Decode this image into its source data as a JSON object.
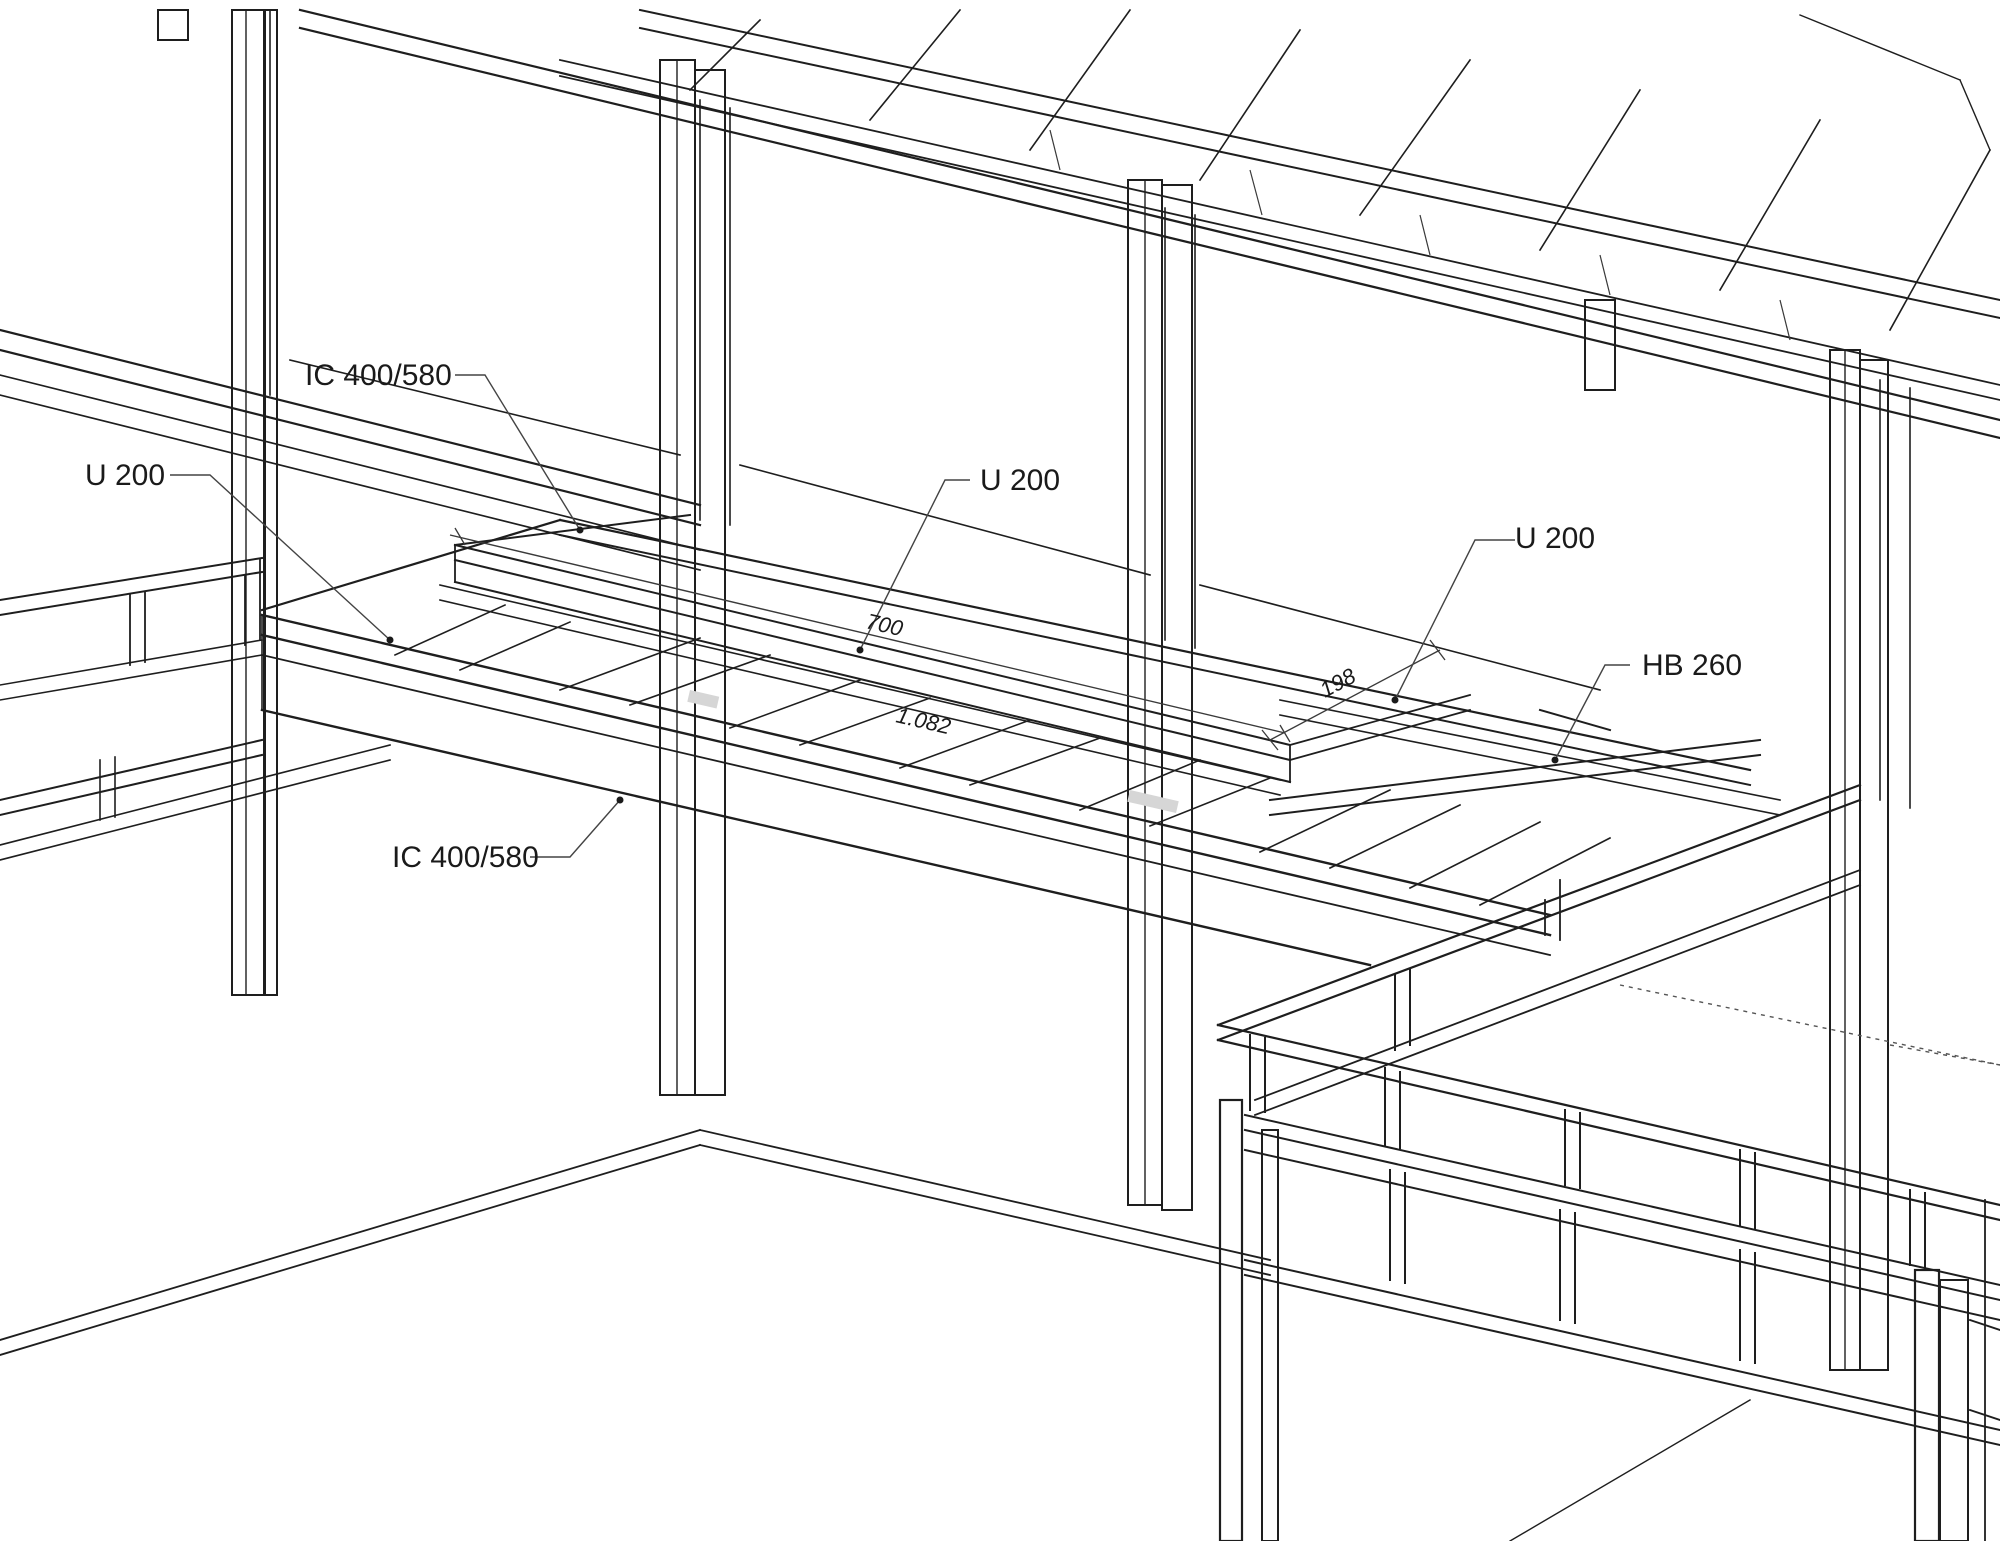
{
  "labels": {
    "ic_top": "IC 400/580",
    "u200_left": "U 200",
    "u200_center": "U 200",
    "u200_right": "U 200",
    "hb260": "HB 260",
    "ic_bottom": "IC 400/580"
  },
  "dimensions": {
    "d700": "700",
    "d1082": "1.082",
    "d198": "198"
  }
}
